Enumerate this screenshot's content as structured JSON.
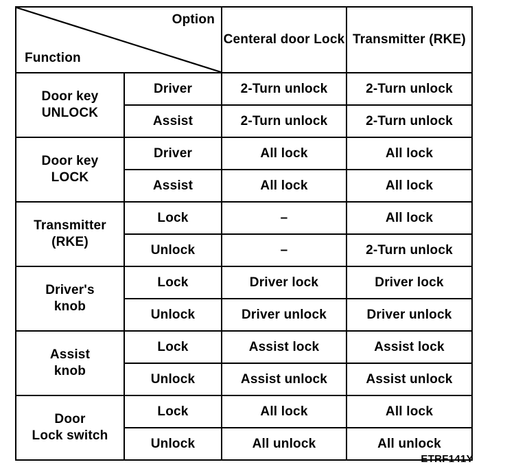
{
  "figure": {
    "code": "ETRF141Y"
  },
  "table": {
    "corner": {
      "option_label": "Option",
      "function_label": "Function",
      "diagonal": "top-left-to-bottom-right"
    },
    "columns": [
      {
        "key": "function",
        "label": "Function"
      },
      {
        "key": "option",
        "label": "Option"
      },
      {
        "key": "central_door_lock",
        "label_line1": "Centeral door",
        "label_line2": "Lock"
      },
      {
        "key": "transmitter_rke",
        "label_line1": "Transmitter",
        "label_line2": "(RKE)"
      }
    ],
    "groups": [
      {
        "function_line1": "Door key",
        "function_line2": "UNLOCK",
        "rows": [
          {
            "option": "Driver",
            "central_door_lock": "2-Turn unlock",
            "transmitter_rke": "2-Turn unlock"
          },
          {
            "option": "Assist",
            "central_door_lock": "2-Turn unlock",
            "transmitter_rke": "2-Turn unlock"
          }
        ]
      },
      {
        "function_line1": "Door key",
        "function_line2": "LOCK",
        "rows": [
          {
            "option": "Driver",
            "central_door_lock": "All lock",
            "transmitter_rke": "All lock"
          },
          {
            "option": "Assist",
            "central_door_lock": "All lock",
            "transmitter_rke": "All lock"
          }
        ]
      },
      {
        "function_line1": "Transmitter",
        "function_line2": "(RKE)",
        "rows": [
          {
            "option": "Lock",
            "central_door_lock": "–",
            "transmitter_rke": "All lock"
          },
          {
            "option": "Unlock",
            "central_door_lock": "–",
            "transmitter_rke": "2-Turn unlock"
          }
        ]
      },
      {
        "function_line1": "Driver's",
        "function_line2": "knob",
        "rows": [
          {
            "option": "Lock",
            "central_door_lock": "Driver lock",
            "transmitter_rke": "Driver lock"
          },
          {
            "option": "Unlock",
            "central_door_lock": "Driver unlock",
            "transmitter_rke": "Driver unlock"
          }
        ]
      },
      {
        "function_line1": "Assist",
        "function_line2": "knob",
        "rows": [
          {
            "option": "Lock",
            "central_door_lock": "Assist lock",
            "transmitter_rke": "Assist lock"
          },
          {
            "option": "Unlock",
            "central_door_lock": "Assist unlock",
            "transmitter_rke": "Assist unlock"
          }
        ]
      },
      {
        "function_line1": "Door",
        "function_line2": "Lock switch",
        "rows": [
          {
            "option": "Lock",
            "central_door_lock": "All lock",
            "transmitter_rke": "All lock"
          },
          {
            "option": "Unlock",
            "central_door_lock": "All unlock",
            "transmitter_rke": "All unlock"
          }
        ]
      }
    ]
  },
  "colors": {
    "ink": "#000000",
    "paper": "#ffffff"
  }
}
